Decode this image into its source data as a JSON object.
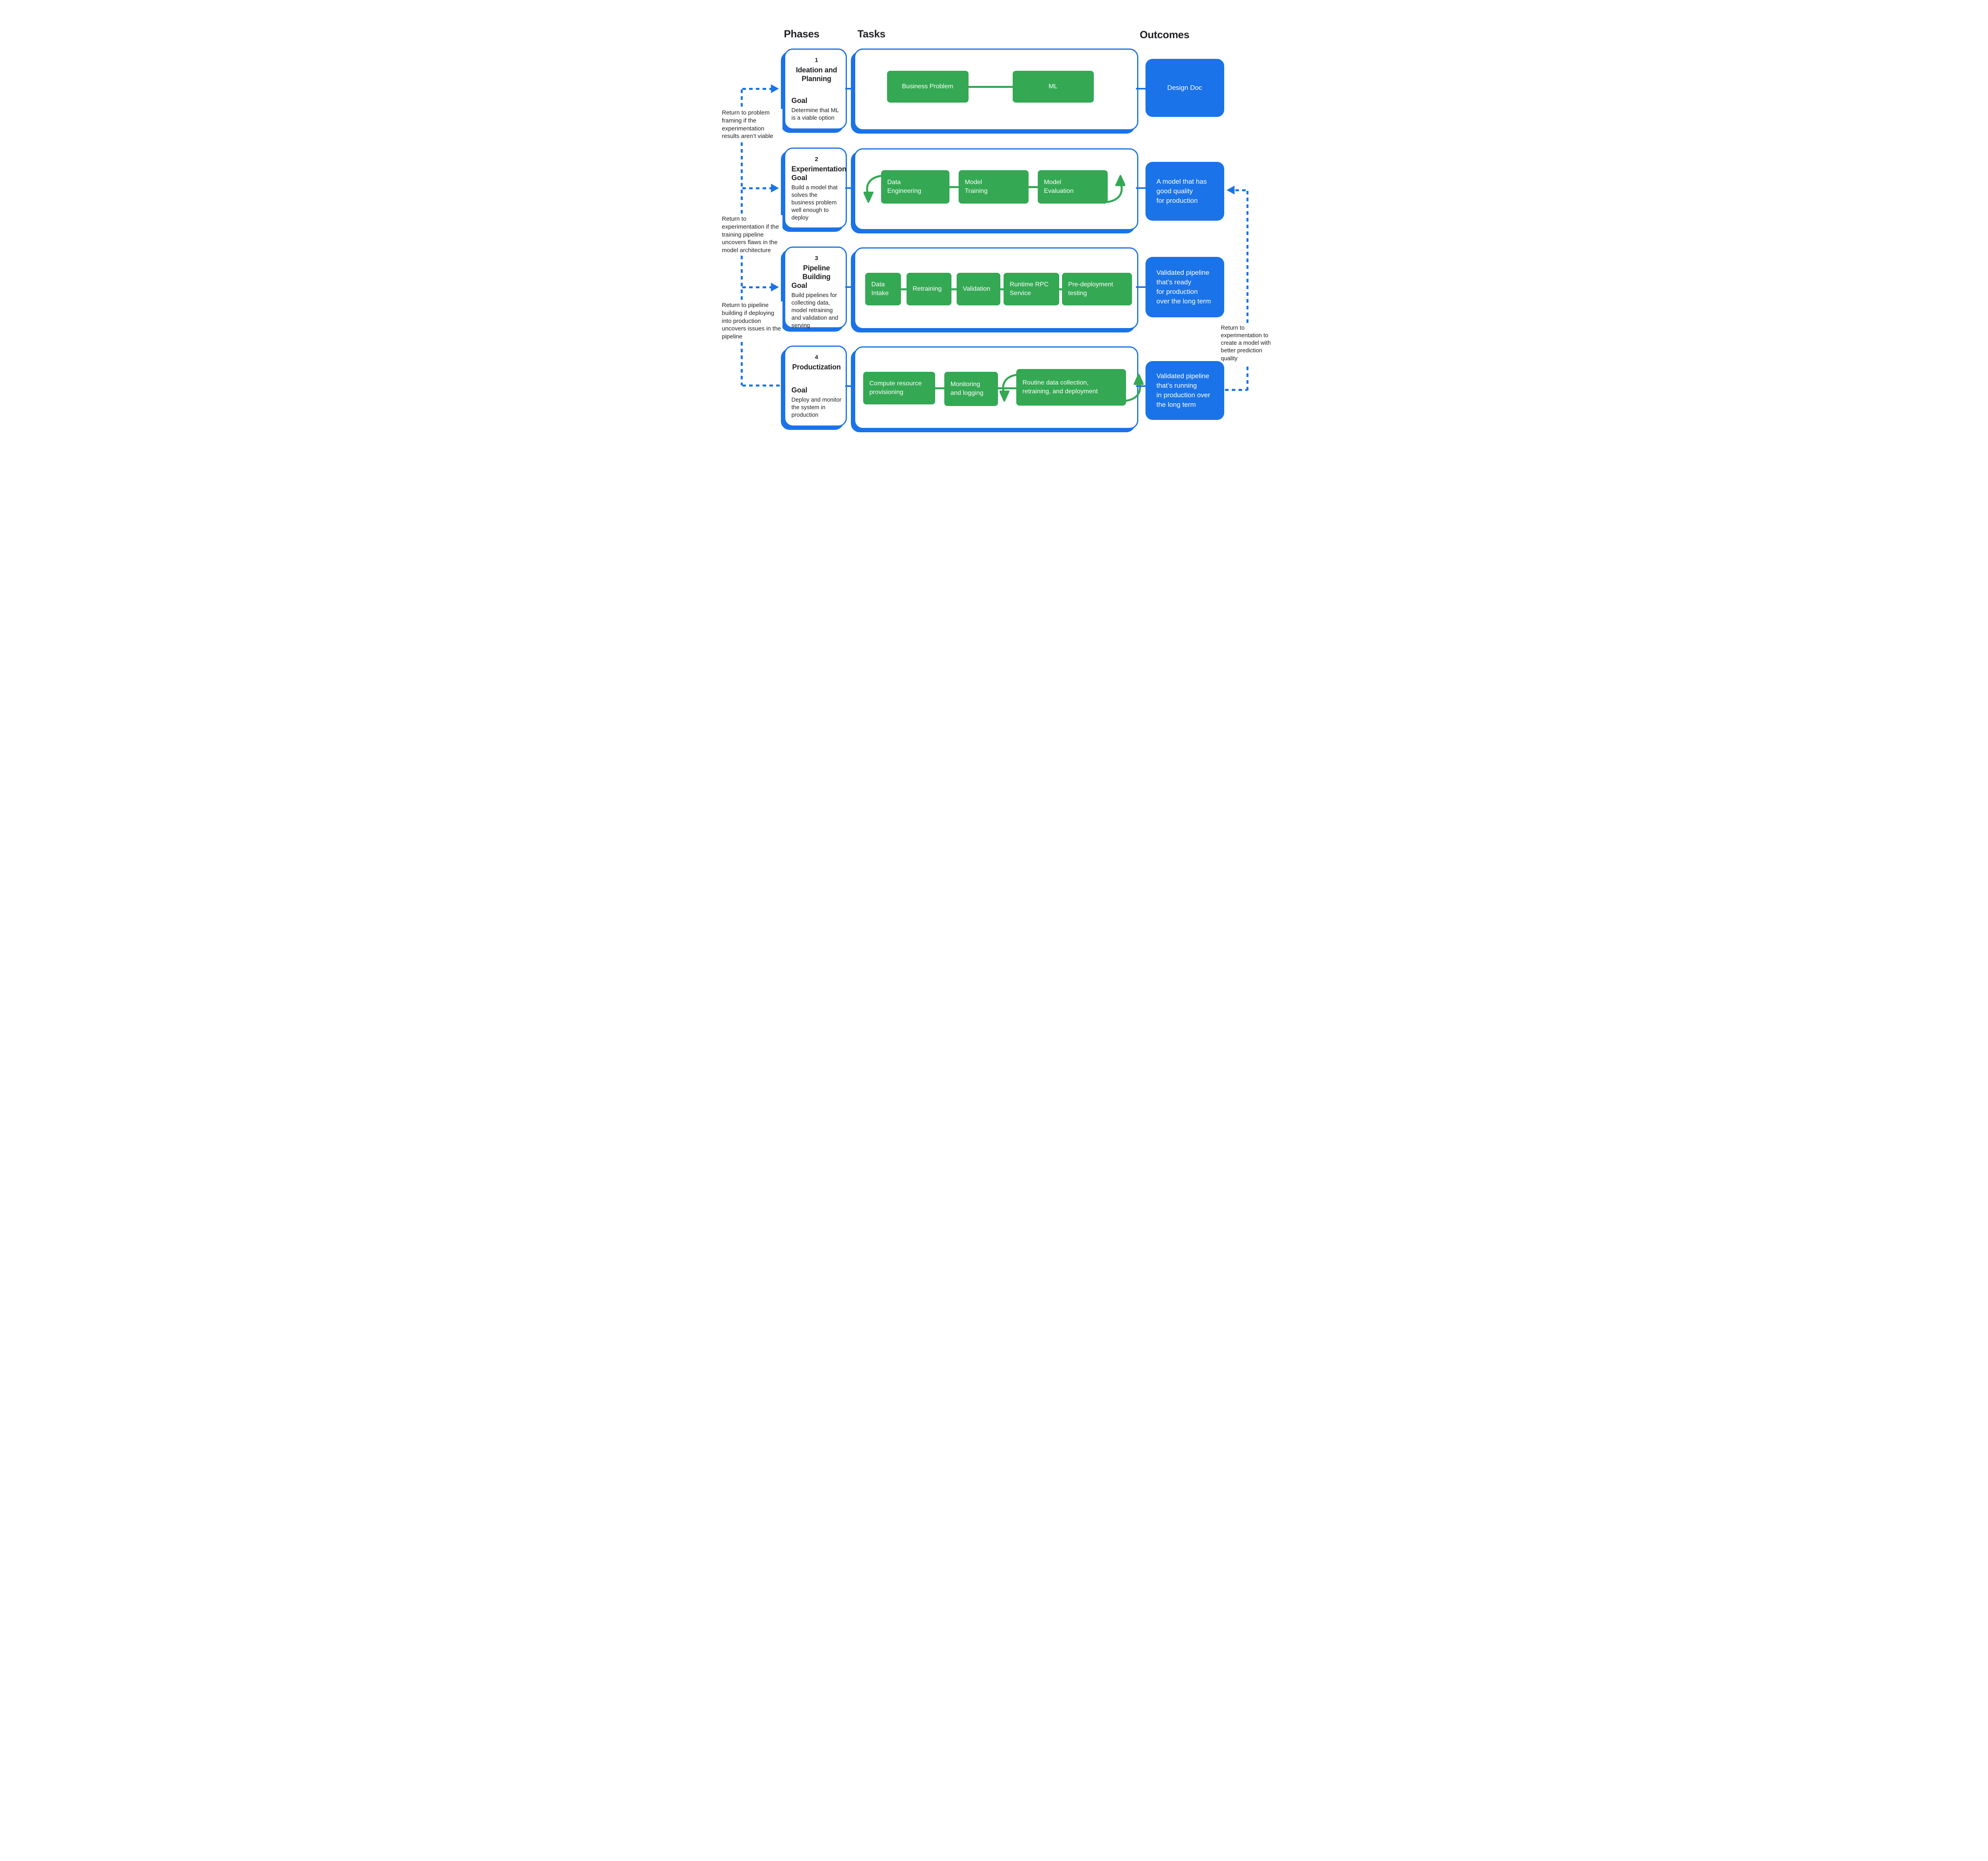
{
  "header": {
    "phases_label": "Phases",
    "tasks_label": "Tasks",
    "outcomes_label": "Outcomes"
  },
  "colors": {
    "blue": "#1A73E8",
    "green": "#34A853"
  },
  "phases": [
    {
      "number": "1",
      "title": "Ideation and Planning",
      "goal_label": "Goal",
      "goal_text": "Determine that ML is a viable option",
      "tasks": [
        "Business Problem",
        "ML"
      ],
      "outcome": "Design Doc"
    },
    {
      "number": "2",
      "title": "Experimentation",
      "goal_label": "Goal",
      "goal_text": "Build a model that solves the business problem well enough to deploy",
      "tasks": [
        "Data\nEngineering",
        "Model\nTraining",
        "Model\nEvaluation"
      ],
      "outcome": "A model that has\ngood quality\nfor production"
    },
    {
      "number": "3",
      "title": "Pipeline Building",
      "goal_label": "Goal",
      "goal_text": "Build pipelines for collecting data, model retraining and validation and serving",
      "tasks": [
        "Data\nIntake",
        "Retraining",
        "Validation",
        "Runtime RPC\nService",
        "Pre-deployment\ntesting"
      ],
      "outcome": "Validated pipeline\nthat’s ready\nfor production\nover the long term"
    },
    {
      "number": "4",
      "title": "Productization",
      "goal_label": "Goal",
      "goal_text": "Deploy and monitor the system in production",
      "tasks": [
        "Compute resource\nprovisioning",
        "Monitoring\nand logging",
        "Routine data collection,\nretraining, and deployment"
      ],
      "outcome": "Validated pipeline\nthat’s running\nin production over\nthe long term"
    }
  ],
  "annotations": {
    "left": [
      "Return to problem framing if the experimentation results aren’t viable",
      "Return to experimentation if the training pipeline uncovers flaws in the model architecture",
      "Return to pipeline building if deploying into production uncovers issues in the pipeline"
    ],
    "right": "Return to experimentation to create a model with better prediction quality"
  }
}
